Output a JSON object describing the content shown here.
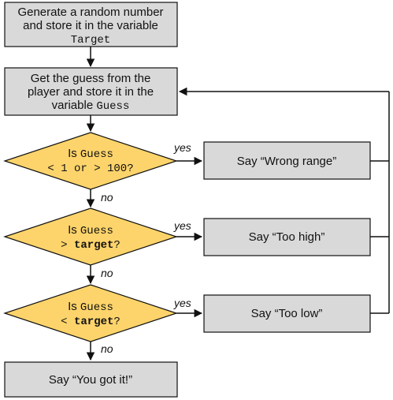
{
  "colors": {
    "process_fill": "#d9d9d9",
    "decision_fill": "#fdd46b",
    "stroke": "#111111"
  },
  "nodes": {
    "generate": {
      "line1": "Generate a random number",
      "line2": "and store it in the variable",
      "line3": "Target"
    },
    "get_guess": {
      "line1": "Get the guess from the",
      "line2": "player and store it in the",
      "line3_prefix": "variable ",
      "line3_var": "Guess"
    },
    "check_range": {
      "line1_prefix": "Is ",
      "line1_var": "Guess",
      "line2": "< 1 or > 100?"
    },
    "check_high": {
      "line1_prefix": "Is ",
      "line1_var": "Guess",
      "line2_prefix": "> ",
      "line2_var": "target",
      "line2_suffix": "?"
    },
    "check_low": {
      "line1_prefix": "Is ",
      "line1_var": "Guess",
      "line2_prefix": "< ",
      "line2_var": "target",
      "line2_suffix": "?"
    },
    "say_range": {
      "label": "Say “Wrong range”"
    },
    "say_high": {
      "label": "Say “Too high”"
    },
    "say_low": {
      "label": "Say “Too low”"
    },
    "say_win": {
      "label": "Say “You got it!”"
    }
  },
  "edge_labels": {
    "yes": "yes",
    "no": "no"
  }
}
